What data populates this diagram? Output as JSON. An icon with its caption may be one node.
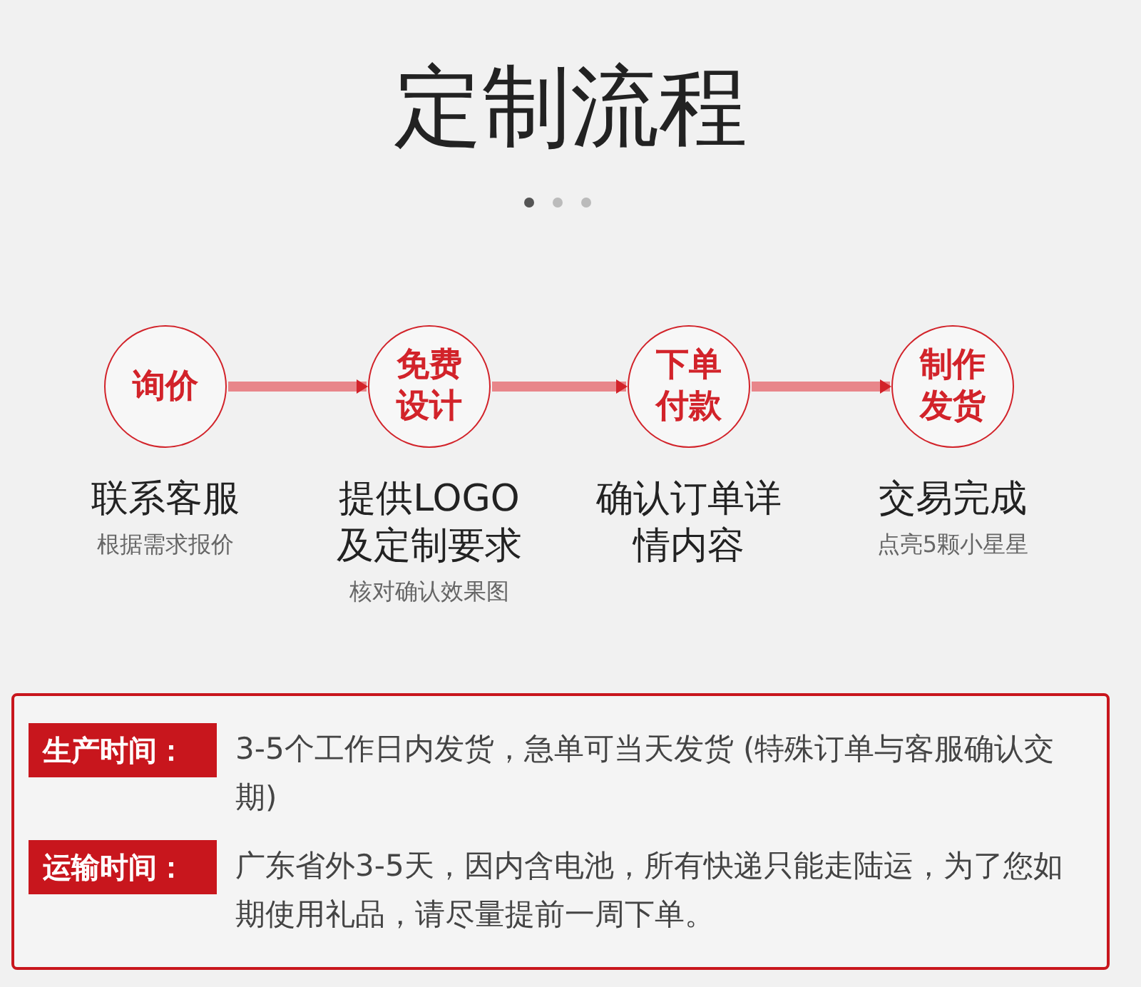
{
  "diagram": {
    "title": "定制流程",
    "nodes": [
      {
        "text": [
          "询价"
        ],
        "beside": [
          "联系客服",
          "根据需求报价"
        ]
      },
      {
        "text": [
          "免费设计"
        ],
        "beside": [
          "提供LOGO及定制要求",
          "核对确认效果图"
        ]
      },
      {
        "text": [
          "下单付款"
        ],
        "beside": [
          "确认订单详情内容"
        ]
      },
      {
        "text": [
          "制作发货"
        ],
        "beside": [
          "交易完成",
          "点亮5颗小星星"
        ]
      }
    ],
    "edges": [
      {
        "from": 0,
        "to": 1,
        "arrow": "to"
      },
      {
        "from": 1,
        "to": 2,
        "arrow": "to"
      },
      {
        "from": 2,
        "to": 3,
        "arrow": "to"
      }
    ],
    "labels": [
      "生产时间：",
      "3-5个工作日内发货，急单可当天发货 (特殊订单与客服确认交期)",
      "运输时间：",
      "广东省外3-5天，因内含电池，所有快递只能走陆运，为了您如期使用礼品，请尽量提前一周下单。"
    ]
  }
}
